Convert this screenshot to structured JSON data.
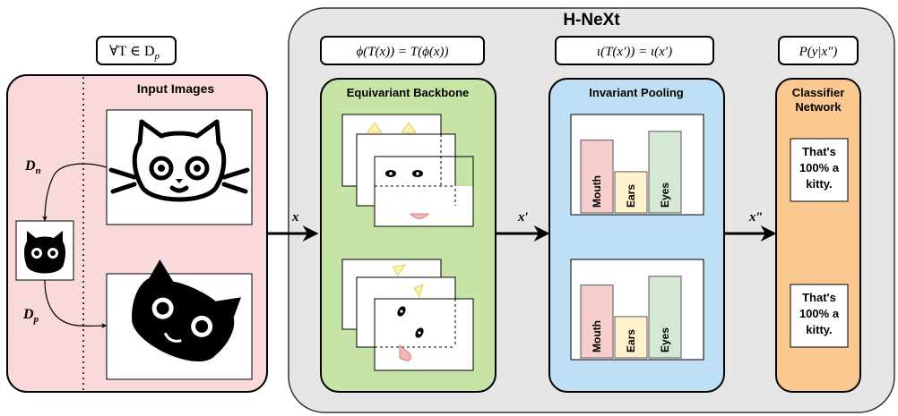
{
  "title": "H-NeXt",
  "input": {
    "heading": "Input Images",
    "formula": "∀T ∈ D",
    "formula_sub": "p",
    "dn_main": "D",
    "dn_sub": "n",
    "dp_main": "D",
    "dp_sub": "p"
  },
  "arrows": {
    "x": "x",
    "x_prime": "x′",
    "x_dprime": "x″"
  },
  "backbone": {
    "heading": "Equivariant Backbone",
    "formula": "ϕ(T(x)) = T(ϕ(x))"
  },
  "pooling": {
    "heading": "Invariant Pooling",
    "formula": "ι(T(x′)) = ι(x′)",
    "bars": [
      {
        "label": "Mouth",
        "value": 0.83,
        "color": "#f8cecc"
      },
      {
        "label": "Ears",
        "value": 0.47,
        "color": "#fff2cc"
      },
      {
        "label": "Eyes",
        "value": 0.93,
        "color": "#d5e8d4"
      }
    ]
  },
  "classifier": {
    "heading_line1": "Classifier",
    "heading_line2": "Network",
    "formula": "P(y|x″)",
    "result_top": [
      "That's",
      "100% a",
      "kitty."
    ],
    "result_bottom": [
      "That's",
      "100% a",
      "kitty."
    ]
  },
  "colors": {
    "input_panel": "#fad9da",
    "hnext_panel": "#e6e6e6",
    "backbone_panel": "#c5e4a5",
    "pooling_panel": "#bfe0f4",
    "classifier_panel": "#fbc98f",
    "feature_yellow": "#fff2a8",
    "feature_red": "#f4b8b8"
  }
}
